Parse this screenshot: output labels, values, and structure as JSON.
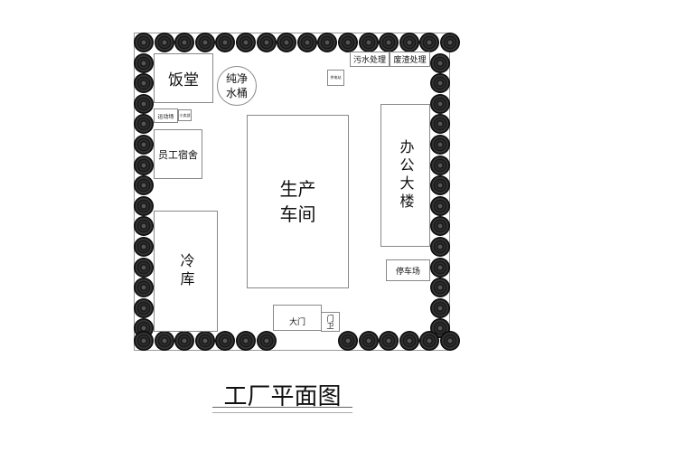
{
  "title": "工厂平面图",
  "buildings": {
    "canteen": "饭堂",
    "water_tank_1": "纯净",
    "water_tank_2": "水桶",
    "sports_field": "运动场",
    "shop": "小卖部",
    "power_station": "供电站",
    "sewage": "污水处理",
    "waste": "废渣处理",
    "dormitory": "员工宿舍",
    "workshop_1": "生产",
    "workshop_2": "车间",
    "office": "办公大楼",
    "cold_storage": "冷库",
    "parking": "停车场",
    "gate": "大门",
    "guard": "门卫"
  }
}
